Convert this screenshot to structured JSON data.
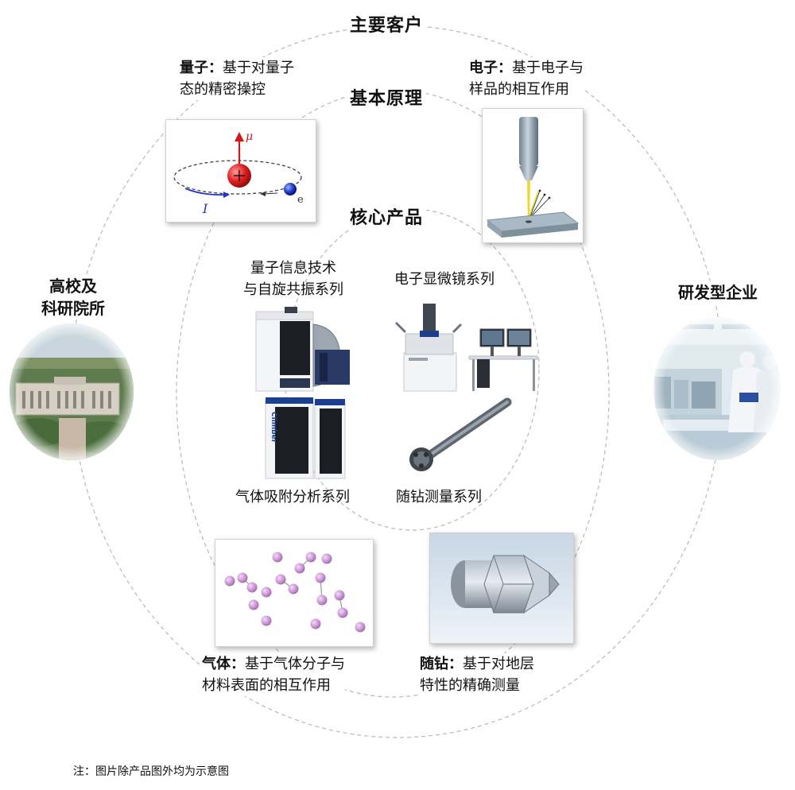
{
  "headings": {
    "customers": "主要客户",
    "principles": "基本原理",
    "core_products": "核心产品"
  },
  "principles": {
    "quantum": {
      "term": "量子：",
      "rest_line1": "基于对量子",
      "line2": "态的精密操控"
    },
    "electron": {
      "term": "电子：",
      "rest_line1": "基于电子与",
      "line2": "样品的相互作用"
    },
    "gas": {
      "term": "气体：",
      "rest_line1": "基于气体分子与",
      "line2": "材料表面的相互作用"
    },
    "drilling": {
      "term": "随钻：",
      "rest_line1": "基于对地层",
      "line2": "特性的精确测量"
    }
  },
  "diagram_labels": {
    "mu": "μ",
    "plus": "+",
    "electron": "e",
    "current": "I"
  },
  "products": {
    "quantum_line1": "量子信息技术",
    "quantum_line2": "与自旋共振系列",
    "electron": "电子显微镜系列",
    "gas": "气体吸附分析系列",
    "drilling": "随钻测量系列",
    "brand_on_instrument": "Climber"
  },
  "customers": {
    "universities_line1": "高校及",
    "universities_line2": "科研院所",
    "rd_enterprises": "研发型企业"
  },
  "footnote": "注：图片除产品图外均为示意图"
}
